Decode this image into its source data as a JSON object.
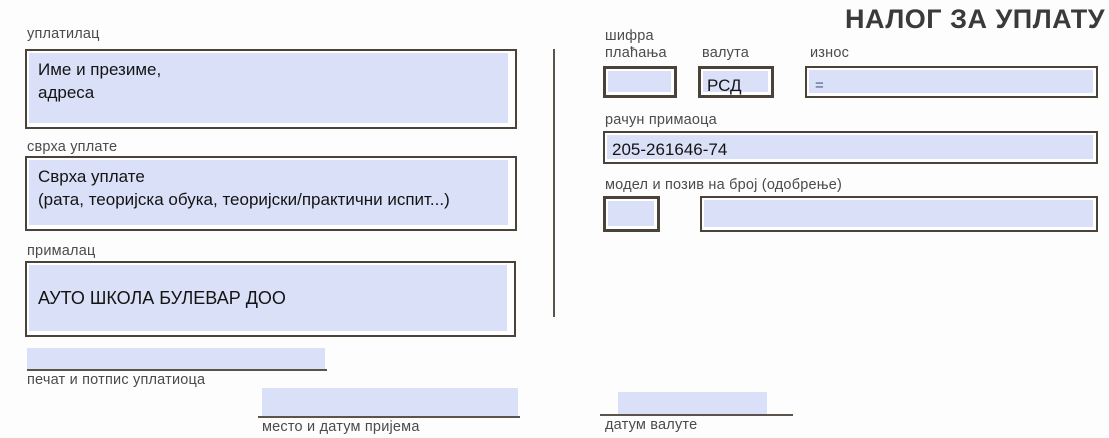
{
  "title": "НАЛОГ ЗА УПЛАТУ",
  "fields": {
    "payer": {
      "label": "уплатилац",
      "line1": "Име и презиме,",
      "line2": "адреса"
    },
    "purpose": {
      "label": "сврха уплате",
      "line1": "Сврха уплате",
      "line2": "(рата, теоријска обука, теоријски/практични испит...)"
    },
    "recipient": {
      "label": "прималац",
      "value": "АУТО ШКОЛА БУЛЕВАР ДОО"
    },
    "signature": {
      "label": "печат и потпис уплатиоца",
      "value": ""
    },
    "place_date": {
      "label": "место и датум пријема",
      "value": ""
    },
    "payment_code": {
      "label_line1": "шифра",
      "label_line2": "плаћања",
      "value": ""
    },
    "currency": {
      "label": "валута",
      "value": "РСД"
    },
    "amount": {
      "label": "износ",
      "value": "="
    },
    "recipient_account": {
      "label": "рачун примаоца",
      "value": "205-261646-74"
    },
    "model_reference": {
      "label": "модел и позив на број (одобрење)",
      "model_value": "",
      "reference_value": ""
    },
    "value_date": {
      "label": "датум валуте",
      "value": ""
    }
  },
  "colors": {
    "field_highlight": "#d9e0f7",
    "box_border": "#4a433a",
    "label_text": "#4b4b4b",
    "value_text": "#141414",
    "line_color": "#5a544d"
  }
}
